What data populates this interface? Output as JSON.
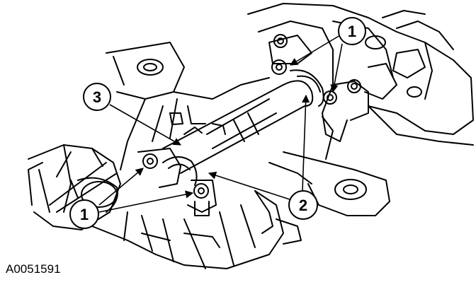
{
  "figure": {
    "id_label": "A0051591"
  },
  "callouts": [
    {
      "key": "c1-top",
      "label": "1"
    },
    {
      "key": "c3",
      "label": "3"
    },
    {
      "key": "c1-bottom",
      "label": "1"
    },
    {
      "key": "c2",
      "label": "2"
    }
  ]
}
